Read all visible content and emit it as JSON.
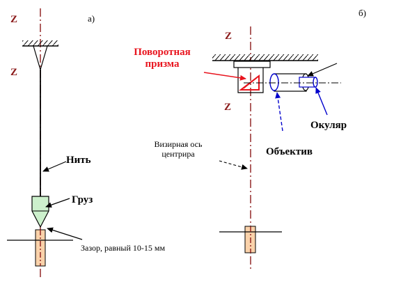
{
  "panel_a": {
    "label": "а)",
    "axis_top": "Z",
    "axis_mid": "Z",
    "thread": "Нить",
    "weight": "Груз",
    "gap": "Зазор, равный 10-15 мм"
  },
  "panel_b": {
    "label": "б)",
    "axis_top": "Z",
    "axis_mid": "Z",
    "prism_line1": "Поворотная",
    "prism_line2": "призма",
    "eyepiece": "Окуляр",
    "objective": "Объектив",
    "sight_axis_line1": "Визирная ось",
    "sight_axis_line2": "центрира"
  },
  "colors": {
    "axis": "#8b1a1a",
    "prism_red": "#e8141e",
    "arrow_blue": "#0000cc",
    "weight_fill": "#ccf0cc",
    "mark_fill": "#fad2aa"
  }
}
